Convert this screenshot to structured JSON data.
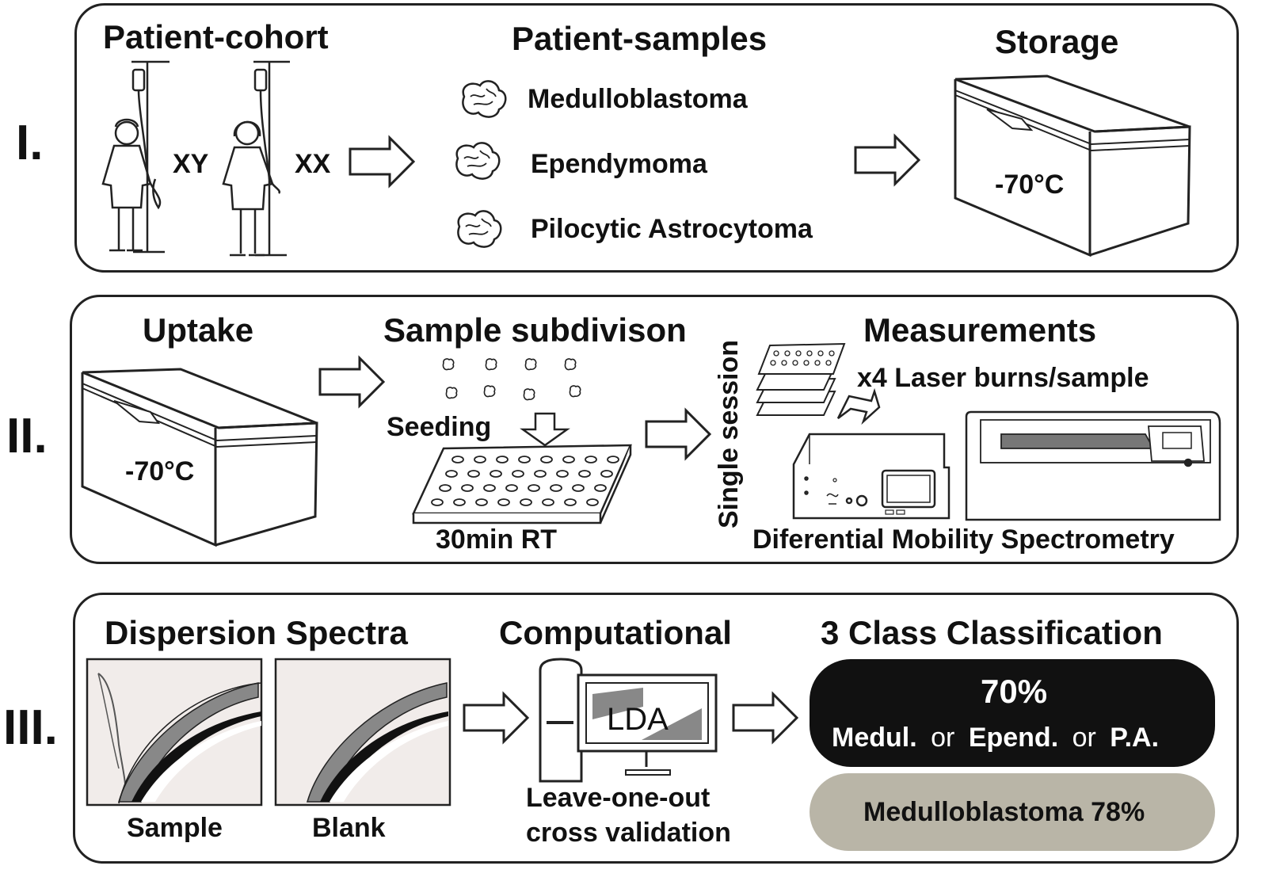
{
  "colors": {
    "outline": "#222222",
    "dark_box": "#111111",
    "light_box": "#b9b5a7",
    "gray_fill": "#888888",
    "spectra_bg": "#f1ecea"
  },
  "panel1": {
    "label": "I.",
    "cohort_title": "Patient-cohort",
    "sex_male": "XY",
    "sex_female": "XX",
    "samples_title": "Patient-samples",
    "samples": [
      "Medulloblastoma",
      "Ependymoma",
      "Pilocytic Astrocytoma"
    ],
    "storage_title": "Storage",
    "storage_temp": "-70°C"
  },
  "panel2": {
    "label": "II.",
    "uptake_title": "Uptake",
    "uptake_temp": "-70°C",
    "subdivision_title": "Sample subdivison",
    "seeding_label": "Seeding",
    "time_label": "30min RT",
    "session_label": "Single session",
    "measurements_title": "Measurements",
    "laser_label": "x4 Laser burns/sample",
    "instrument_label": "Diferential Mobility Spectrometry"
  },
  "panel3": {
    "label": "III.",
    "spectra_title": "Dispersion Spectra",
    "sample_label": "Sample",
    "blank_label": "Blank",
    "computational_title": "Computational",
    "method_label": "LDA",
    "validation_line1": "Leave-one-out",
    "validation_line2": "cross validation",
    "classification_title": "3 Class Classification",
    "overall_percent": "70%",
    "class_1": "Medul.",
    "class_sep_1": "or",
    "class_2": "Epend.",
    "class_sep_2": "or",
    "class_3": "P.A.",
    "specific_result": "Medulloblastoma 78%"
  }
}
